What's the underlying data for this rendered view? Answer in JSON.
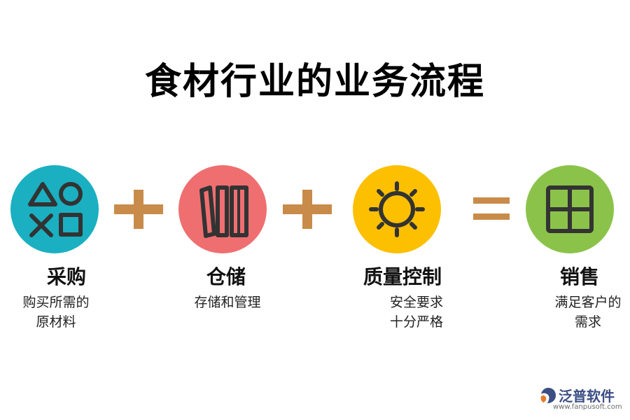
{
  "title": "食材行业的业务流程",
  "colors": {
    "step1": "#1ab0c1",
    "step2": "#ef6f71",
    "step3": "#fcc000",
    "step4": "#8bc34a",
    "operator": "#c98b49",
    "icon": "#333333"
  },
  "operators": [
    "plus",
    "plus",
    "equal"
  ],
  "steps": [
    {
      "title": "采购",
      "desc_line1": "购买所需的",
      "desc_line2": "原材料",
      "icon": "shapes-icon"
    },
    {
      "title": "仓储",
      "desc_line1": "存储和管理",
      "desc_line2": "",
      "icon": "books-icon"
    },
    {
      "title": "质量控制",
      "desc_line1": "安全要求",
      "desc_line2": "十分严格",
      "icon": "sun-icon"
    },
    {
      "title": "销售",
      "desc_line1": "满足客户的",
      "desc_line2": "需求",
      "icon": "grid-icon"
    }
  ],
  "logo": {
    "name": "泛普软件",
    "url": "www.fanpusoft.com"
  }
}
